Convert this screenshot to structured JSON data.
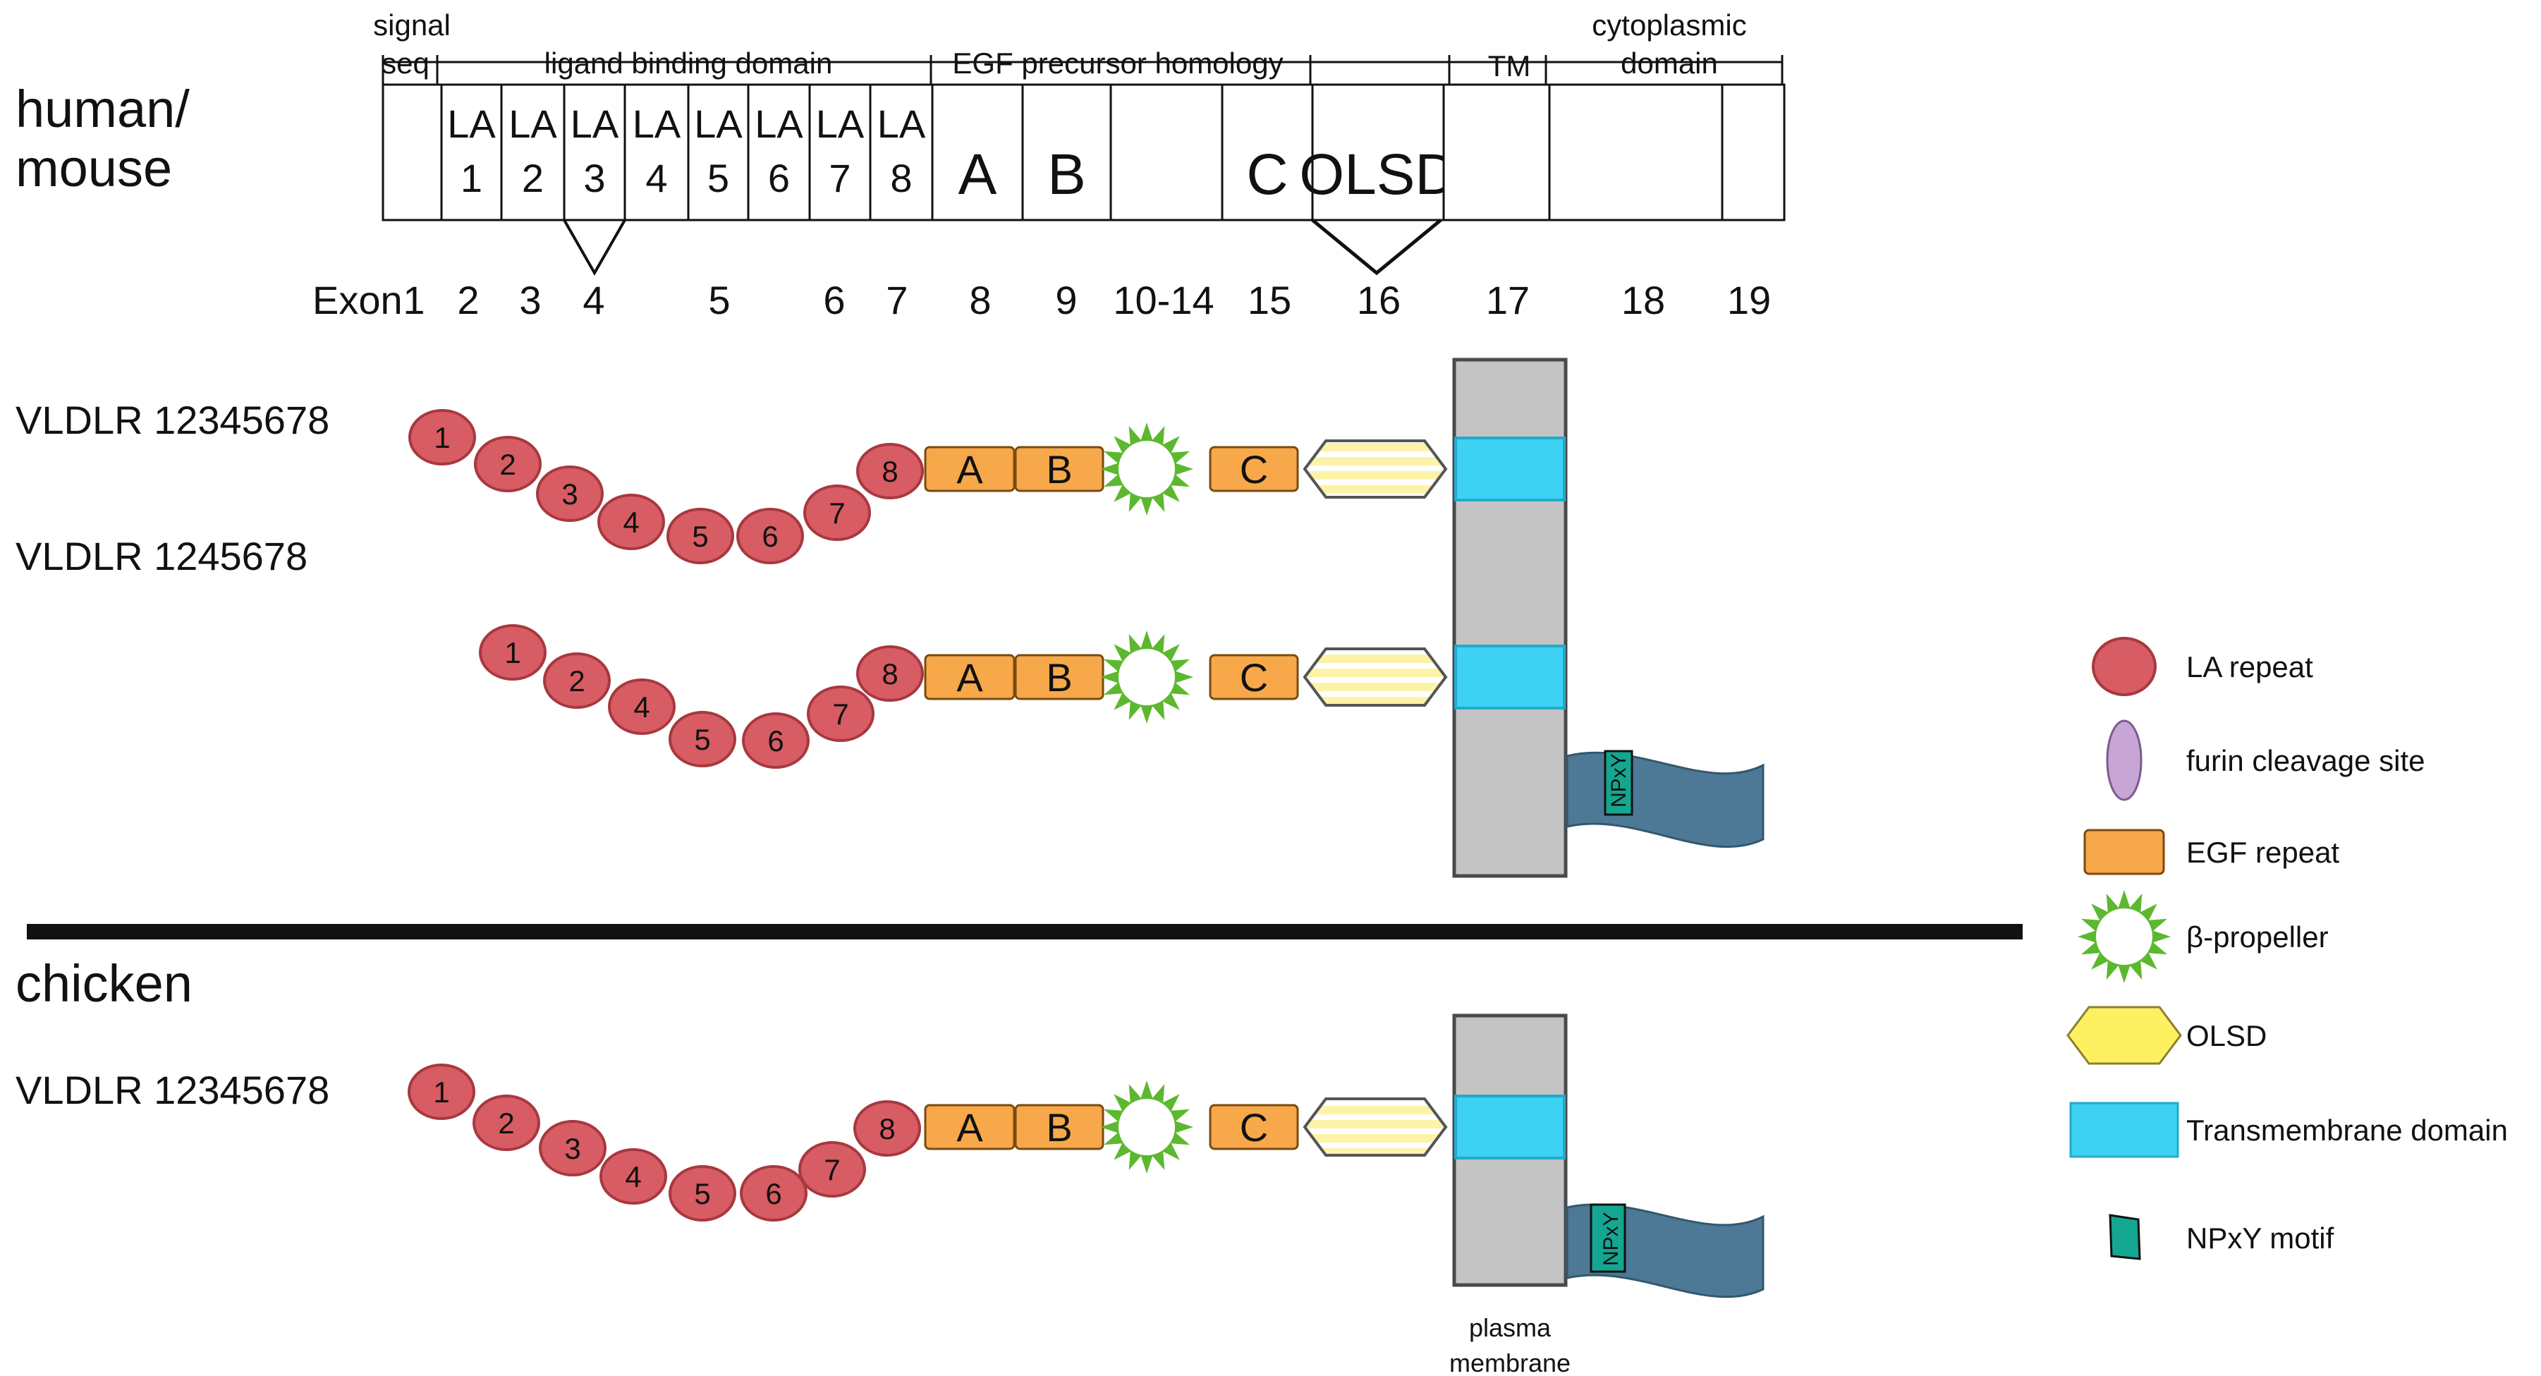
{
  "species": {
    "top": "human/\nmouse",
    "top_line1": "human/",
    "top_line2": "mouse",
    "bottom": "chicken"
  },
  "domains": {
    "signal_seq_line1": "signal",
    "signal_seq_line2": "seq",
    "ligand_binding": "ligand binding domain",
    "egf_precursor": "EGF precursor homology",
    "tm": "TM",
    "cytoplasmic_line1": "cytoplasmic",
    "cytoplasmic_line2": "domain"
  },
  "exon_boxes": [
    {
      "l1": "",
      "l2": ""
    },
    {
      "l1": "LA",
      "l2": "1"
    },
    {
      "l1": "LA",
      "l2": "2"
    },
    {
      "l1": "LA",
      "l2": "3"
    },
    {
      "l1": "LA",
      "l2": "4"
    },
    {
      "l1": "LA",
      "l2": "5"
    },
    {
      "l1": "LA",
      "l2": "6"
    },
    {
      "l1": "LA",
      "l2": "7"
    },
    {
      "l1": "LA",
      "l2": "8"
    },
    {
      "l1": "A",
      "l2": ""
    },
    {
      "l1": "B",
      "l2": ""
    },
    {
      "l1": "",
      "l2": ""
    },
    {
      "l1": "C",
      "l2": ""
    },
    {
      "l1": "OLSD",
      "l2": ""
    },
    {
      "l1": "",
      "l2": ""
    },
    {
      "l1": "",
      "l2": ""
    },
    {
      "l1": "",
      "l2": ""
    }
  ],
  "exons": {
    "prefix": "Exon",
    "numbers": [
      "1",
      "2",
      "3",
      "4",
      "5",
      "6",
      "7",
      "8",
      "9",
      "10-14",
      "15",
      "16",
      "17",
      "18",
      "19"
    ]
  },
  "isoforms": [
    {
      "label": "VLDLR 12345678",
      "la_repeats": [
        "1",
        "2",
        "3",
        "4",
        "5",
        "6",
        "7",
        "8"
      ]
    },
    {
      "label": "VLDLR 1245678",
      "la_repeats": [
        "1",
        "2",
        "4",
        "5",
        "6",
        "7",
        "8"
      ]
    },
    {
      "label": "VLDLR 12345678",
      "la_repeats": [
        "1",
        "2",
        "3",
        "4",
        "5",
        "6",
        "7",
        "8"
      ]
    }
  ],
  "egf_labels": [
    "A",
    "B",
    "C"
  ],
  "npxy_label": "NPxY",
  "membrane_label_line1": "plasma",
  "membrane_label_line2": "membrane",
  "legend": [
    {
      "icon": "la-repeat-icon",
      "label": "LA repeat",
      "color": "#d85c63"
    },
    {
      "icon": "furin-cleavage-icon",
      "label": "furin cleavage site",
      "color": "#c7a6d6"
    },
    {
      "icon": "egf-repeat-icon",
      "label": "EGF repeat",
      "color": "#f7a84a"
    },
    {
      "icon": "beta-propeller-icon",
      "label": "β-propeller",
      "color": "#5cb82e"
    },
    {
      "icon": "olsd-icon",
      "label": "OLSD",
      "color": "#fdf162"
    },
    {
      "icon": "transmembrane-icon",
      "label": "Transmembrane domain",
      "color": "#3dd2f3"
    },
    {
      "icon": "npxy-icon",
      "label": "NPxY motif",
      "color": "#14a690"
    }
  ]
}
